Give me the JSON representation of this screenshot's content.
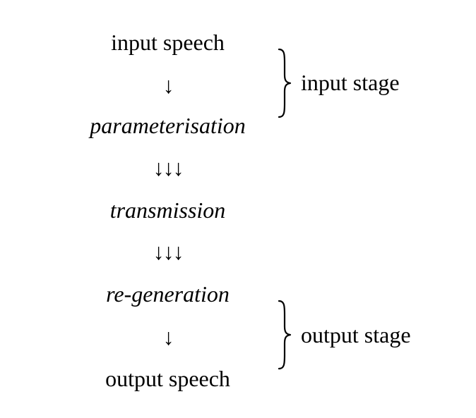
{
  "steps": {
    "input_speech": "input speech",
    "parameterisation": "parameterisation",
    "transmission": "transmission",
    "regeneration": "re-generation",
    "output_speech": "output speech"
  },
  "arrows": {
    "single": "↓",
    "triple": "↓↓↓"
  },
  "stages": {
    "input": "input stage",
    "output": "output stage"
  }
}
